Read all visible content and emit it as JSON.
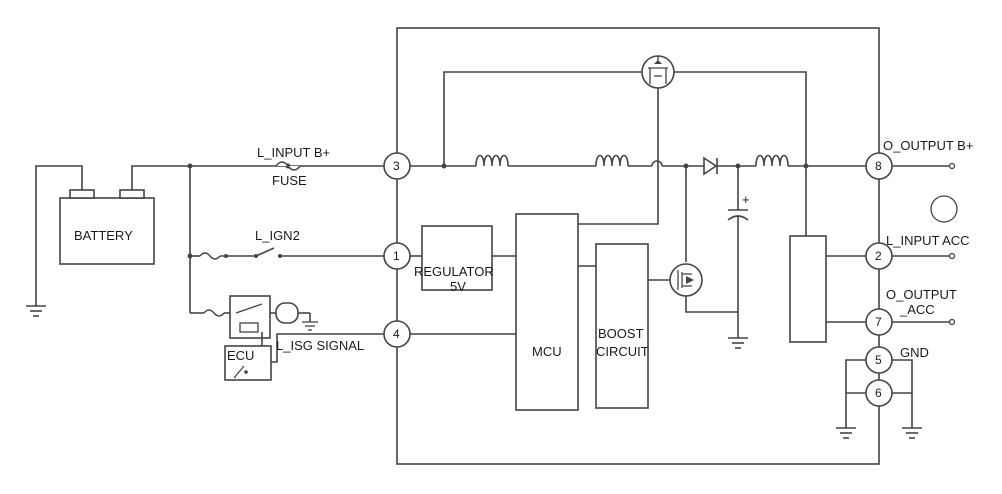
{
  "labels": {
    "battery": "BATTERY",
    "l_input_bplus": "L_INPUT B+",
    "fuse": "FUSE",
    "l_ign2": "L_IGN2",
    "ecu": "ECU",
    "l_isg_signal": "L_ISG SIGNAL",
    "regulator_line1": "REGULATOR",
    "regulator_line2": "5V",
    "mcu": "MCU",
    "boost_line1": "BOOST",
    "boost_line2": "CIRCUIT",
    "o_output_bplus": "O_OUTPUT B+",
    "l_input_acc": "L_INPUT ACC",
    "o_output_line1": "O_OUTPUT",
    "o_output_line2": "_ACC",
    "gnd": "GND",
    "cap_plus": "+"
  },
  "pins": {
    "p3": "3",
    "p1": "1",
    "p4": "4",
    "p8": "8",
    "p2": "2",
    "p7": "7",
    "p5": "5",
    "p6": "6"
  }
}
